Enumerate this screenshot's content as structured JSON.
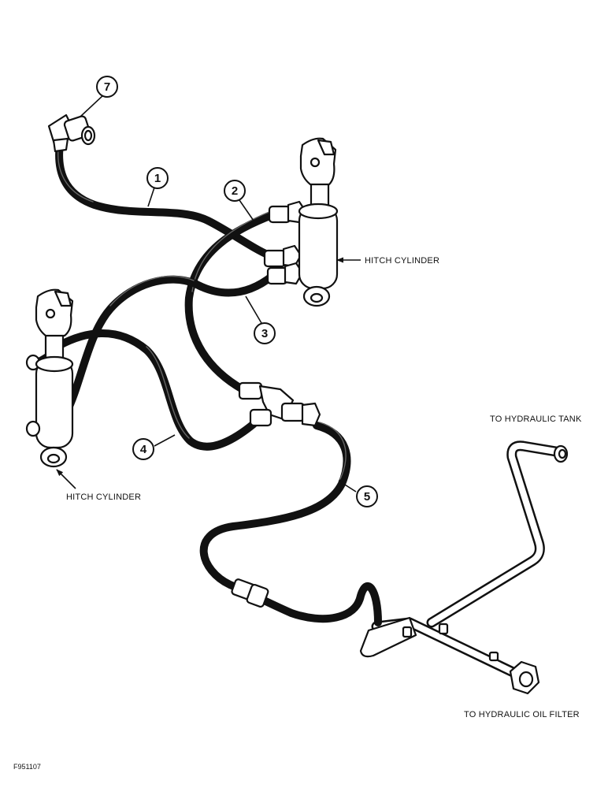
{
  "labels": {
    "hitch_cylinder_right": "HITCH CYLINDER",
    "hitch_cylinder_left": "HITCH CYLINDER",
    "to_hydraulic_tank": "TO HYDRAULIC TANK",
    "to_hydraulic_oil_filter": "TO HYDRAULIC OIL FILTER"
  },
  "callouts": [
    "1",
    "2",
    "3",
    "4",
    "5",
    "7"
  ],
  "figure_id": "F951107"
}
